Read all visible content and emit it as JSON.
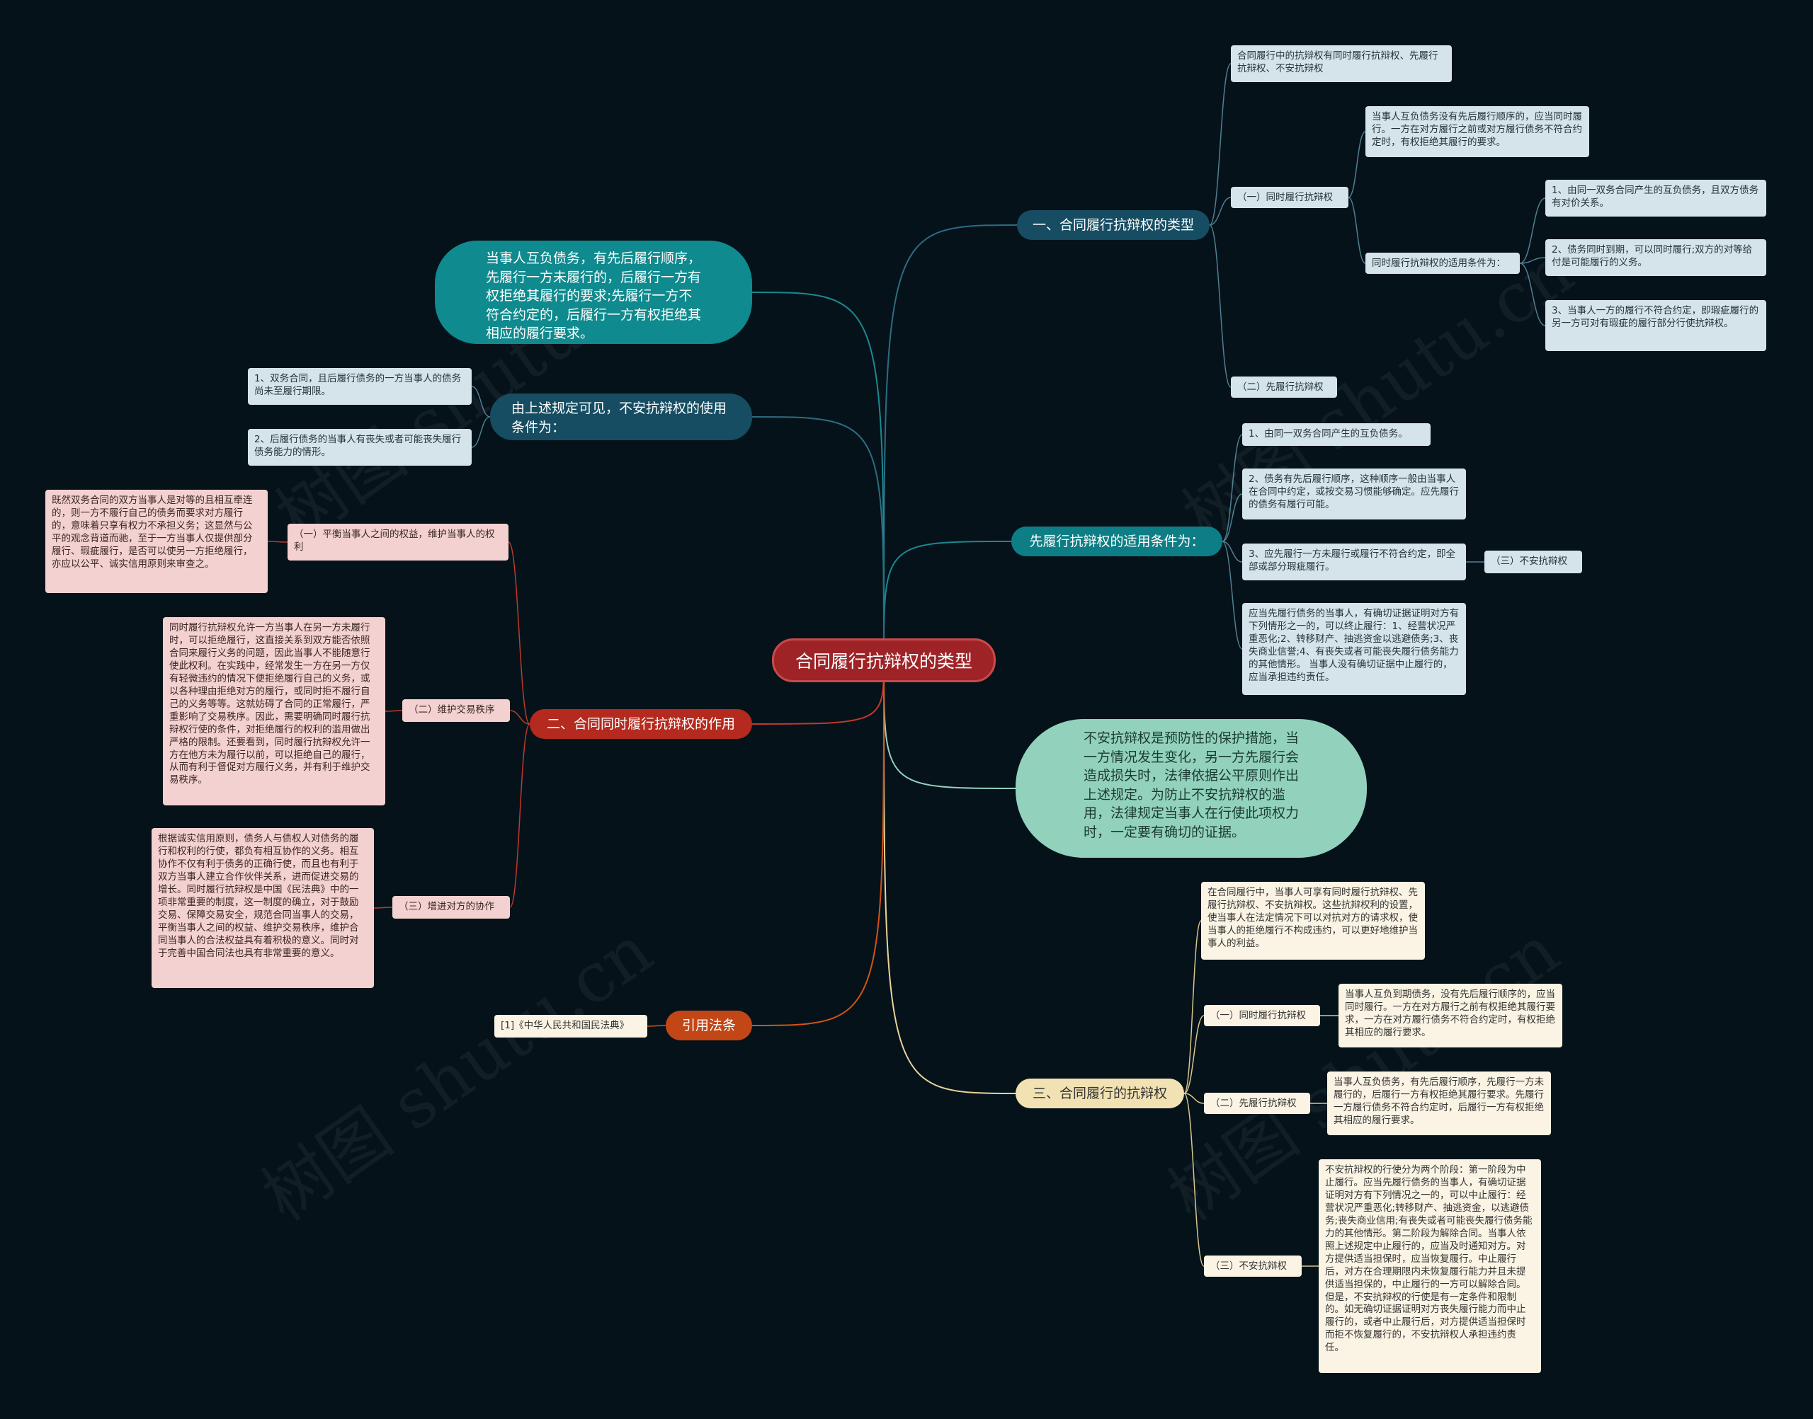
{
  "root": "合同履行抗辩权的类型",
  "watermark": "树图 shutu.cn",
  "colors": {
    "background": "#06121a",
    "root": "#9e2327",
    "teal_dark": "#164d62",
    "teal": "#0e7e86",
    "red": "#b52a1e",
    "orange": "#c24616",
    "beige": "#f2e2b3",
    "mint": "#92d2bc"
  },
  "right": {
    "types": {
      "label": "一、合同履行抗辩权的类型",
      "intro": "合同履行中的抗辩权有同时履行抗辩权、先履行抗辩权、不安抗辩权",
      "simul": {
        "label": "（一）同时履行抗辩权",
        "desc": "当事人互负债务没有先后履行顺序的，应当同时履行。一方在对方履行之前或对方履行债务不符合约定时，有权拒绝其履行的要求。",
        "cond_label": "同时履行抗辩权的适用条件为：",
        "conds": [
          "1、由同一双务合同产生的互负债务，且双方债务有对价关系。",
          "2、债务同时到期，可以同时履行;双方的对等给付是可能履行的义务。",
          "3、当事人一方的履行不符合约定，即瑕疵履行的另一方可对有瑕疵的履行部分行使抗辩权。"
        ]
      },
      "prior": "（二）先履行抗辩权"
    },
    "prior_cond": {
      "label": "先履行抗辩权的适用条件为：",
      "items": [
        "1、由同一双务合同产生的互负债务。",
        "2、债务有先后履行顺序，这种顺序一般由当事人在合同中约定，或按交易习惯能够确定。应先履行的债务有履行可能。",
        "3、应先履行一方未履行或履行不符合约定，即全部或部分瑕疵履行。",
        "应当先履行债务的当事人，有确切证据证明对方有下列情形之一的，可以终止履行：1、经营状况严重恶化;2、转移财产、抽逃资金以逃避债务;3、丧失商业信誉;4、有丧失或者可能丧失履行债务能力的其他情形。 当事人没有确切证据中止履行的，应当承担违约责任。"
      ],
      "insecure": "（三）不安抗辩权"
    },
    "mint_text": "不安抗辩权是预防性的保护措施，当一方情况发生变化，另一方先履行会造成损失时，法律依据公平原则作出上述规定。为防止不安抗辩权的滥用，法律规定当事人在行使此项权力时，一定要有确切的证据。",
    "three": {
      "label": "三、合同履行的抗辩权",
      "intro": "在合同履行中，当事人可享有同时履行抗辩权、先履行抗辩权、不安抗辩权。这些抗辩权利的设置，使当事人在法定情况下可以对抗对方的请求权，使当事人的拒绝履行不构成违约，可以更好地维护当事人的利益。",
      "simul_label": "（一）同时履行抗辩权",
      "simul_desc": "当事人互负到期债务，没有先后履行顺序的，应当同时履行。一方在对方履行之前有权拒绝其履行要求，一方在对方履行债务不符合约定时，有权拒绝其相应的履行要求。",
      "prior_label": "（二）先履行抗辩权",
      "prior_desc": "当事人互负债务，有先后履行顺序，先履行一方未履行的，后履行一方有权拒绝其履行要求。先履行一方履行债务不符合约定时，后履行一方有权拒绝其相应的履行要求。",
      "insecure_label": "（三）不安抗辩权",
      "insecure_desc": "不安抗辩权的行使分为两个阶段：第一阶段为中止履行。应当先履行债务的当事人，有确切证据证明对方有下列情况之一的，可以中止履行：经营状况严重恶化;转移财产、抽逃资金，以逃避债务;丧失商业信用;有丧失或者可能丧失履行债务能力的其他情形。第二阶段为解除合同。当事人依照上述规定中止履行的，应当及时通知对方。对方提供适当担保时，应当恢复履行。中止履行后，对方在合理期限内未恢复履行能力并且未提供适当担保的，中止履行的一方可以解除合同。但是，不安抗辩权的行使是有一定条件和限制的。如无确切证据证明对方丧失履行能力而中止履行的，或者中止履行后，对方提供适当担保时而拒不恢复履行的，不安抗辩权人承担违约责任。"
    }
  },
  "left": {
    "teal_blob": "当事人互负债务，有先后履行顺序，先履行一方未履行的，后履行一方有权拒绝其履行的要求;先履行一方不符合约定的，后履行一方有权拒绝其相应的履行要求。",
    "usage": {
      "label": "由上述规定可见，不安抗辩权的使用条件为：",
      "items": [
        "1、双务合同，且后履行债务的一方当事人的债务尚未至履行期限。",
        "2、后履行债务的当事人有丧失或者可能丧失履行债务能力的情形。"
      ]
    },
    "effect": {
      "label": "二、合同同时履行抗辩权的作用",
      "items": [
        {
          "label": "（一）平衡当事人之间的权益，维护当事人的权利",
          "desc": "既然双务合同的双方当事人是对等的且相互牵连的，则一方不履行自己的债务而要求对方履行的，意味着只享有权力不承担义务；这显然与公平的观念背道而驰，至于一方当事人仅提供部分履行、瑕疵履行，是否可以使另一方拒绝履行，亦应以公平、诚实信用原则来审查之。"
        },
        {
          "label": "（二）维护交易秩序",
          "desc": "同时履行抗辩权允许一方当事人在另一方未履行时，可以拒绝履行，这直接关系到双方能否依照合同来履行义务的问题，因此当事人不能随意行使此权利。在实践中，经常发生一方在另一方仅有轻微违约的情况下便拒绝履行自己的义务，或以各种理由拒绝对方的履行，或同时拒不履行自己的义务等等。这就妨碍了合同的正常履行，严重影响了交易秩序。因此，需要明确同时履行抗辩权行使的条件，对拒绝履行的权利的滥用做出严格的限制。还要看到，同时履行抗辩权允许一方在他方未为履行以前，可以拒绝自己的履行，从而有利于督促对方履行义务，并有利于维护交易秩序。"
        },
        {
          "label": "（三）增进对方的协作",
          "desc": "根据诚实信用原则，债务人与债权人对债务的履行和权利的行使，都负有相互协作的义务。相互协作不仅有利于债务的正确行使，而且也有利于双方当事人建立合作伙伴关系，进而促进交易的增长。同时履行抗辩权是中国《民法典》中的一项非常重要的制度，这一制度的确立，对于鼓励交易、保障交易安全，规范合同当事人的交易，平衡当事人之间的权益、维护交易秩序，维护合同当事人的合法权益具有着积极的意义。同时对于完善中国合同法也具有非常重要的意义。"
        }
      ]
    },
    "cite": {
      "label": "引用法条",
      "item": "[1]《中华人民共和国民法典》"
    }
  }
}
